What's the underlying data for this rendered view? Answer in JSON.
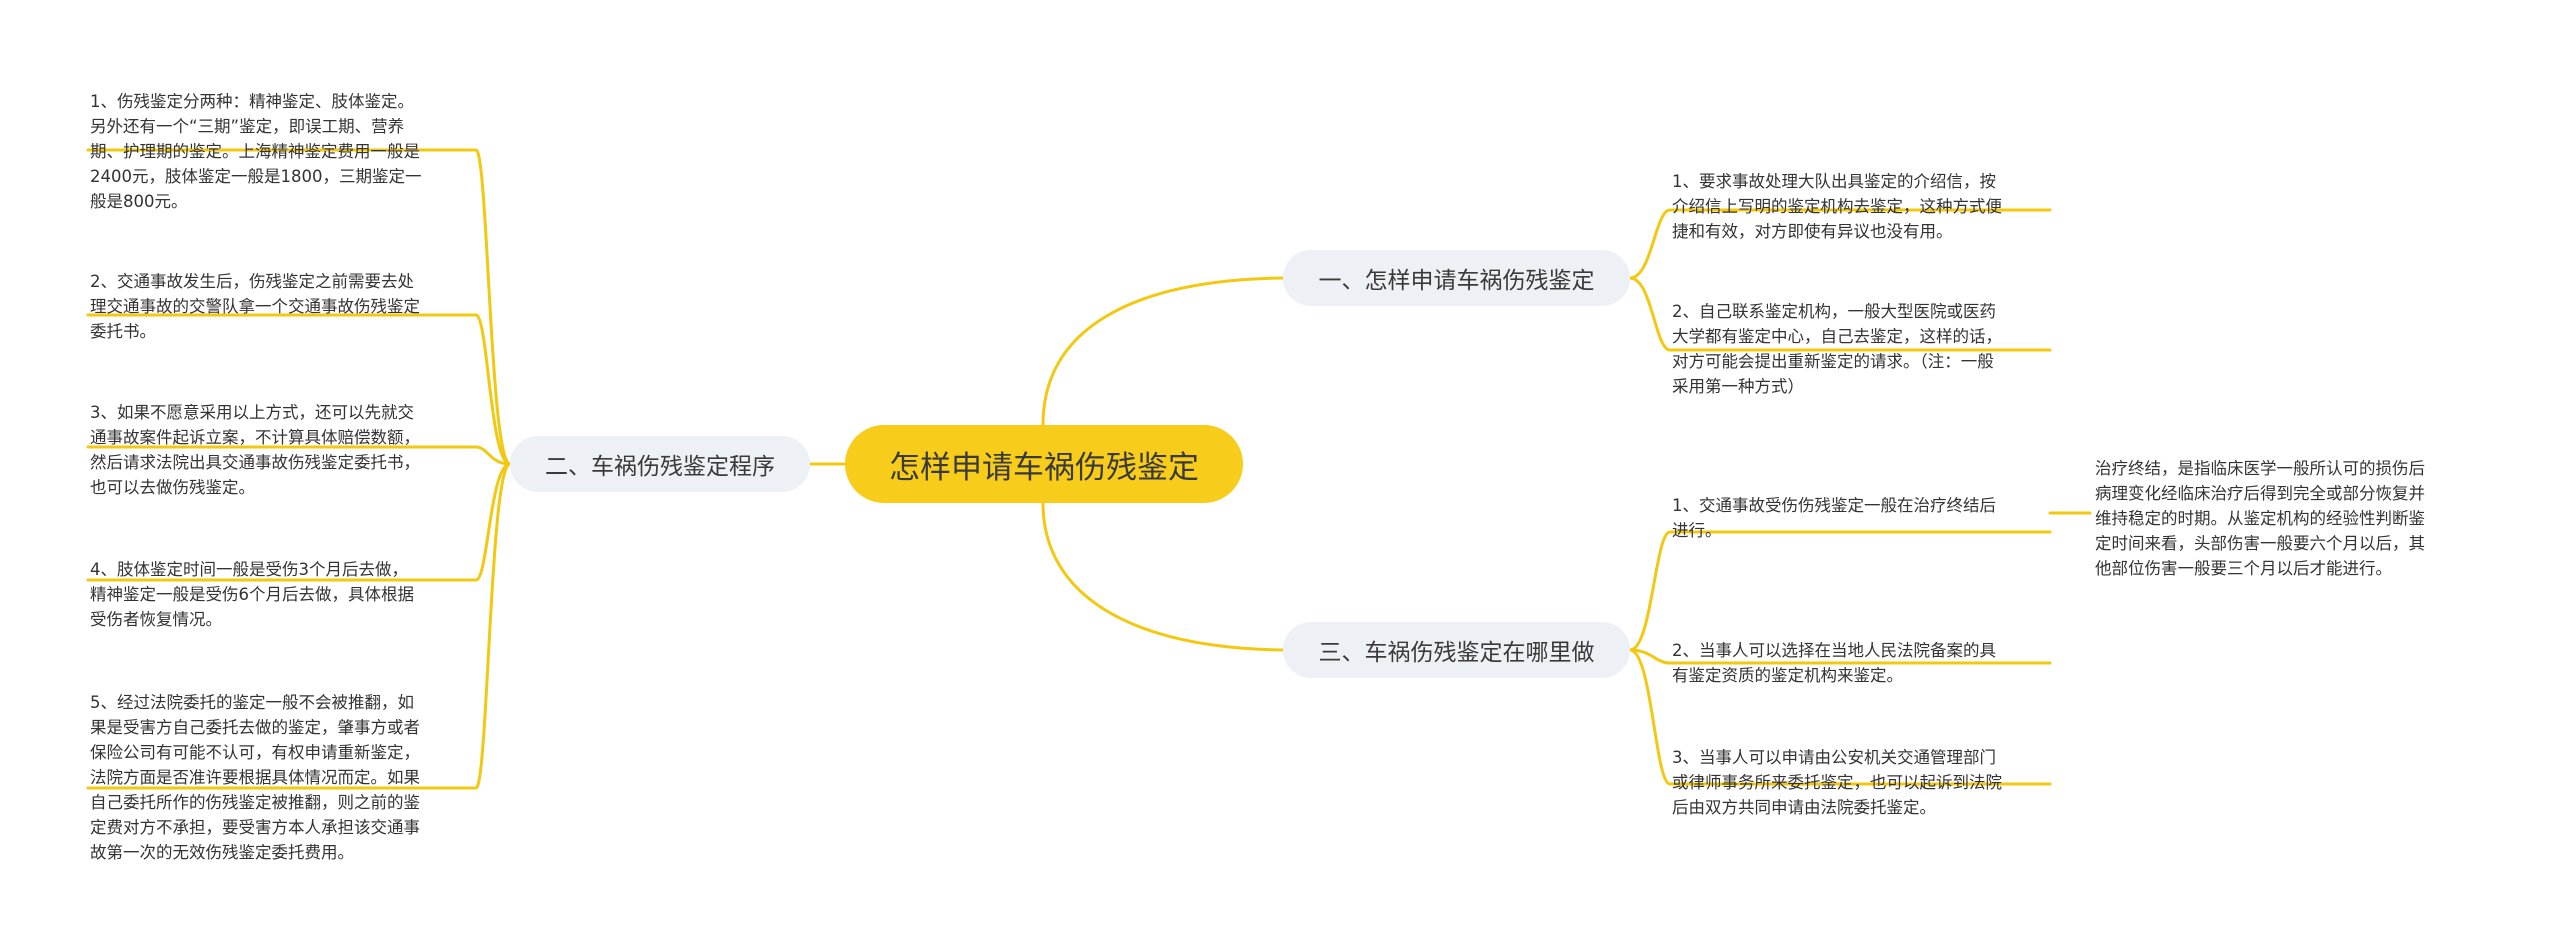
{
  "root": {
    "label": "怎样申请车祸伤残鉴定"
  },
  "colors": {
    "root_fill": "#f7cc1a",
    "line": "#f2c811",
    "branch_fill": "#edf0f4"
  },
  "branches": [
    {
      "label": "一、怎样申请车祸伤残鉴定",
      "leaves": [
        {
          "text": "1、要求事故处理大队出具鉴定的介绍信，按\n介绍信上写明的鉴定机构去鉴定，这种方式便\n捷和有效，对方即使有异议也没有用。"
        },
        {
          "text": "2、自己联系鉴定机构，一般大型医院或医药\n大学都有鉴定中心，自己去鉴定，这样的话，\n对方可能会提出重新鉴定的请求。（注：一般\n采用第一种方式）"
        }
      ]
    },
    {
      "label": "二、车祸伤残鉴定程序",
      "leaves": [
        {
          "text": "1、伤残鉴定分两种：精神鉴定、肢体鉴定。\n另外还有一个“三期”鉴定，即误工期、营养\n期、护理期的鉴定。上海精神鉴定费用一般是\n2400元，肢体鉴定一般是1800，三期鉴定一\n般是800元。"
        },
        {
          "text": "2、交通事故发生后，伤残鉴定之前需要去处\n理交通事故的交警队拿一个交通事故伤残鉴定\n委托书。"
        },
        {
          "text": "3、如果不愿意采用以上方式，还可以先就交\n通事故案件起诉立案，不计算具体赔偿数额，\n然后请求法院出具交通事故伤残鉴定委托书，\n也可以去做伤残鉴定。"
        },
        {
          "text": "4、肢体鉴定时间一般是受伤3个月后去做，\n精神鉴定一般是受伤6个月后去做，具体根据\n受伤者恢复情况。"
        },
        {
          "text": "5、经过法院委托的鉴定一般不会被推翻，如\n果是受害方自己委托去做的鉴定，肇事方或者\n保险公司有可能不认可，有权申请重新鉴定，\n法院方面是否准许要根据具体情况而定。如果\n自己委托所作的伤残鉴定被推翻，则之前的鉴\n定费对方不承担，要受害方本人承担该交通事\n故第一次的无效伤残鉴定委托费用。"
        }
      ]
    },
    {
      "label": "三、车祸伤残鉴定在哪里做",
      "leaves": [
        {
          "text": "1、交通事故受伤伤残鉴定一般在治疗终结后\n进行。",
          "child": "治疗终结，是指临床医学一般所认可的损伤后\n病理变化经临床治疗后得到完全或部分恢复并\n维持稳定的时期。从鉴定机构的经验性判断鉴\n定时间来看，头部伤害一般要六个月以后，其\n他部位伤害一般要三个月以后才能进行。"
        },
        {
          "text": "2、当事人可以选择在当地人民法院备案的具\n有鉴定资质的鉴定机构来鉴定。"
        },
        {
          "text": "3、当事人可以申请由公安机关交通管理部门\n或律师事务所来委托鉴定，也可以起诉到法院\n后由双方共同申请由法院委托鉴定。"
        }
      ]
    }
  ]
}
